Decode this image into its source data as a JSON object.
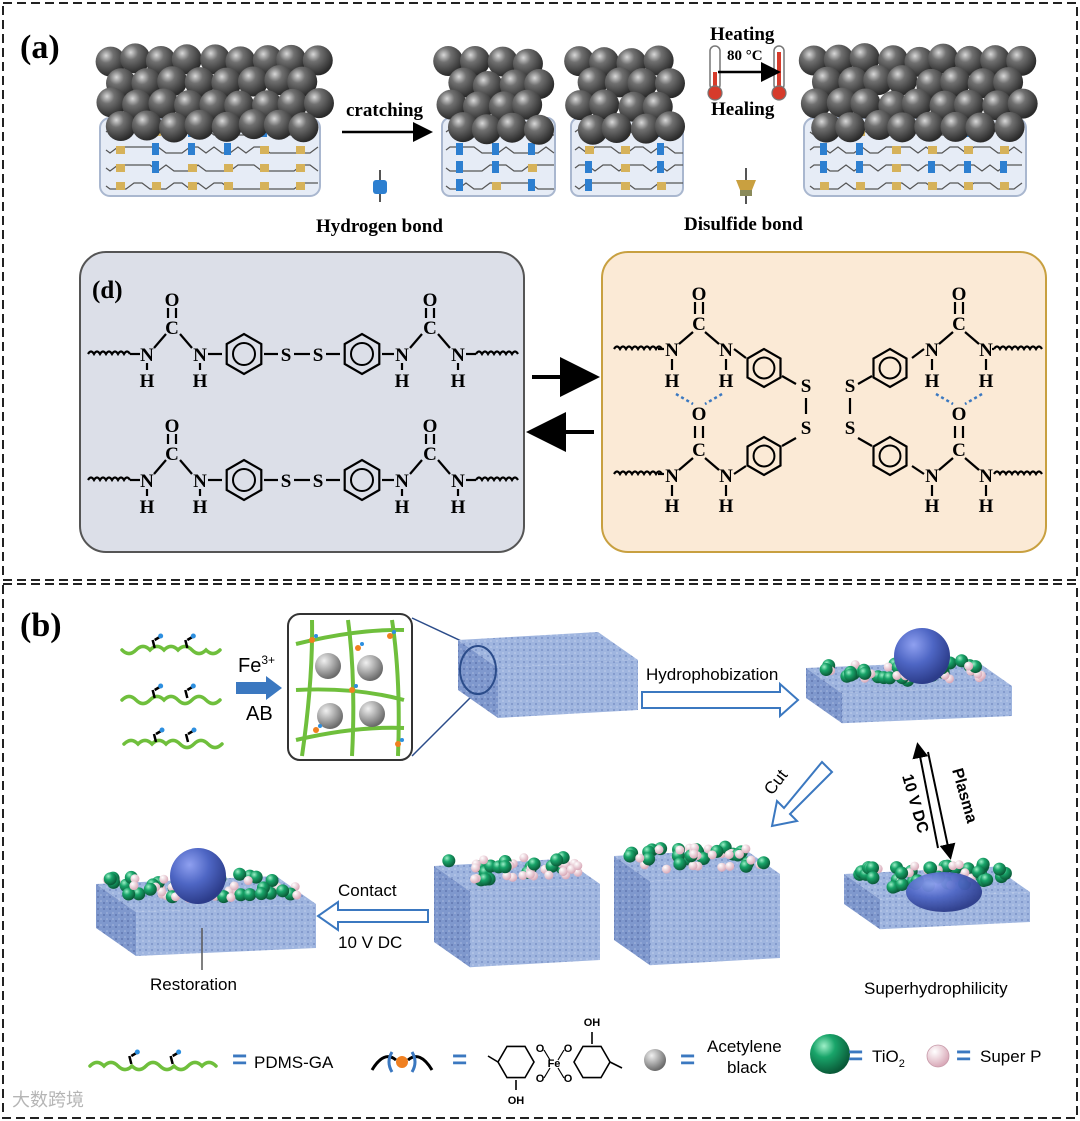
{
  "panel_a": {
    "label": "(a)",
    "scratching_label": "cratching",
    "heating_label": "Heating",
    "temp_label": "80 °C",
    "healing_label": "Healing",
    "hydrogen_bond_label": "Hydrogen bond",
    "disulfide_bond_label": "Disulfide bond"
  },
  "panel_d": {
    "label": "(d)",
    "atoms": {
      "O": "O",
      "C": "C",
      "N": "N",
      "H": "H",
      "S": "S"
    }
  },
  "panel_b": {
    "label": "(b)",
    "fe_label": "Fe",
    "fe_sup": "3+",
    "ab_label": "AB",
    "hydrophobization_label": "Hydrophobization",
    "cut_label": "Cut",
    "plasma_label": "Plasma",
    "dc_label_vertical": "10 V DC",
    "contact_label": "Contact",
    "dc_label_horizontal": "10 V DC",
    "restoration_label": "Restoration",
    "superhydrophilicity_label": "Superhydrophilicity"
  },
  "legend": {
    "pdms_ga": "PDMS-GA",
    "equals": "=",
    "oh_top": "OH",
    "oh_bottom": "OH",
    "o": "O",
    "fe": "Fe",
    "acetylene_black": "Acetylene\nblack",
    "acetylene_line1": "Acetylene",
    "acetylene_line2": "black",
    "tio2_main": "TiO",
    "tio2_sub": "2",
    "super_p": "Super P"
  },
  "watermark": "大数跨境",
  "colors": {
    "panel_d_left_bg": "#dcdfe8",
    "panel_d_right_bg": "#fbead6",
    "panel_d_right_border": "#c8a040",
    "arrow_blue": "#3b78c0",
    "chain_green": "#6fbf3c",
    "bead_green": "#19a56a",
    "bead_pink": "#ecc8d2",
    "block_blue": "#8fa8d8",
    "droplet_blue": "#4e66c4"
  }
}
